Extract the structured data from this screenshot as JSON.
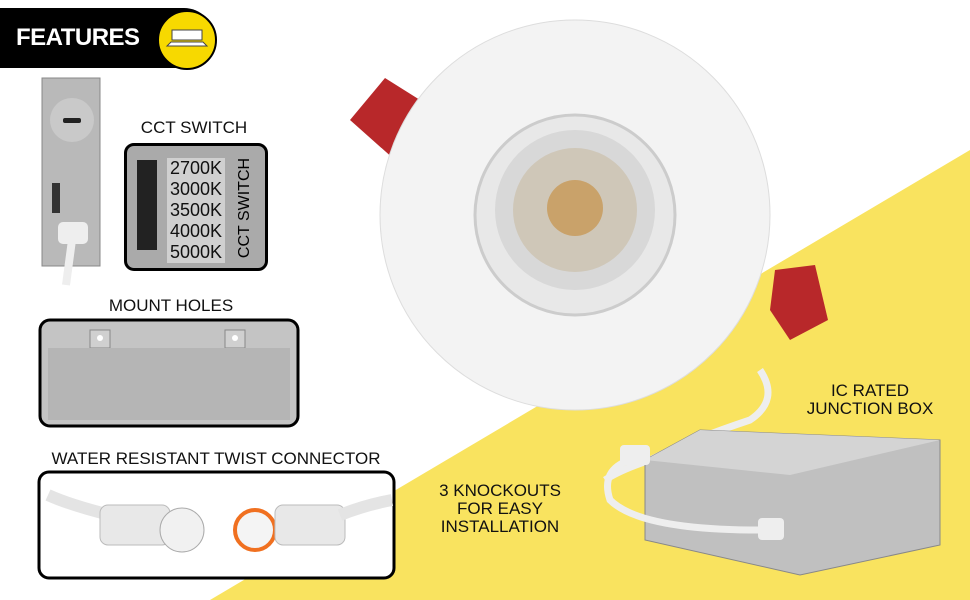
{
  "banner": {
    "title": "FEATURES",
    "icon": "downlight-icon"
  },
  "cct": {
    "label": "CCT SWITCH",
    "options": [
      "2700K",
      "3000K",
      "3500K",
      "4000K",
      "5000K"
    ],
    "side_label": "CCT SWITCH"
  },
  "mount": {
    "label": "MOUNT HOLES"
  },
  "connector": {
    "label": "WATER RESISTANT TWIST CONNECTOR"
  },
  "junction": {
    "label_line1": "IC RATED",
    "label_line2": "JUNCTION BOX"
  },
  "knockouts": {
    "line1": "3 KNOCKOUTS",
    "line2": "FOR EASY",
    "line3": "INSTALLATION"
  },
  "colors": {
    "yellow": "#f9e35f",
    "black": "#000000",
    "clip_red": "#b8282a"
  }
}
